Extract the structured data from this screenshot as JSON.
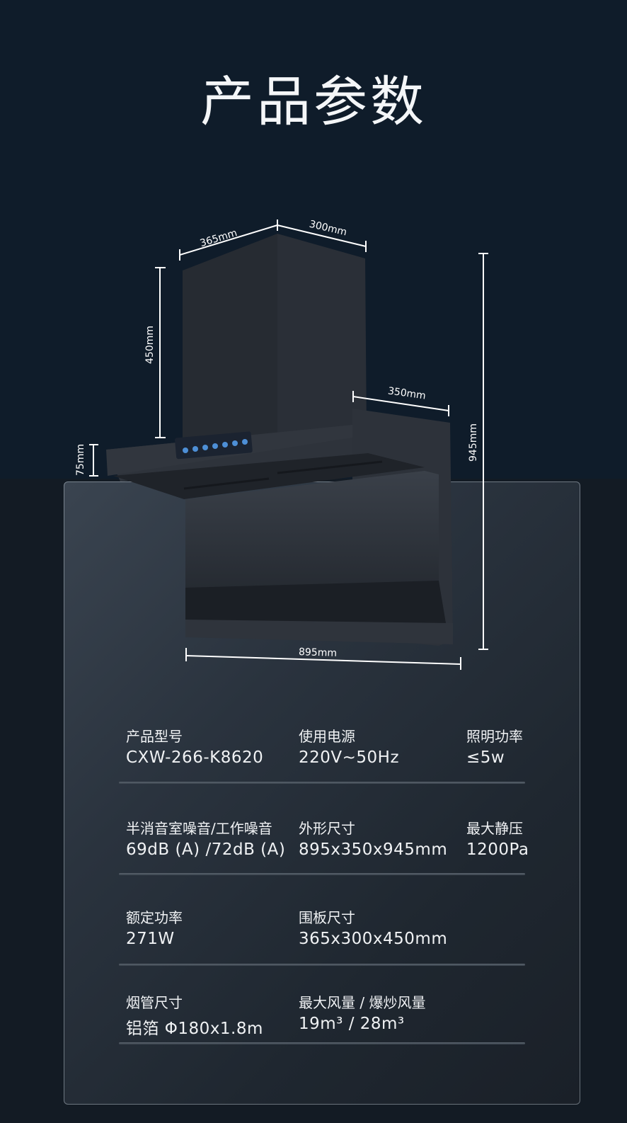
{
  "title": "产品参数",
  "dimensions": {
    "top_width": "365mm",
    "top_depth": "300mm",
    "chimney_height": "450mm",
    "panel_thickness": "75mm",
    "side_depth": "350mm",
    "total_height": "945mm",
    "total_width": "895mm"
  },
  "specs": [
    {
      "label": "产品型号",
      "value": "CXW-266-K8620"
    },
    {
      "label": "使用电源",
      "value": "220V~50Hz"
    },
    {
      "label": "照明功率",
      "value": "≤5w"
    },
    {
      "label": "半消音室噪音/工作噪音",
      "value": "69dB (A) /72dB (A)"
    },
    {
      "label": "外形尺寸",
      "value": "895x350x945mm"
    },
    {
      "label": "最大静压",
      "value": "1200Pa"
    },
    {
      "label": "额定功率",
      "value": "271W"
    },
    {
      "label": "围板尺寸",
      "value": "365x300x450mm"
    },
    {
      "label": "烟管尺寸",
      "value": "铝箔 Φ180x1.8m"
    },
    {
      "label": "最大风量 / 爆炒风量",
      "value": "19m³ / 28m³"
    }
  ],
  "colors": {
    "background": "#0f1c2a",
    "panel": "#2a333e",
    "text": "#f0f2f4"
  }
}
